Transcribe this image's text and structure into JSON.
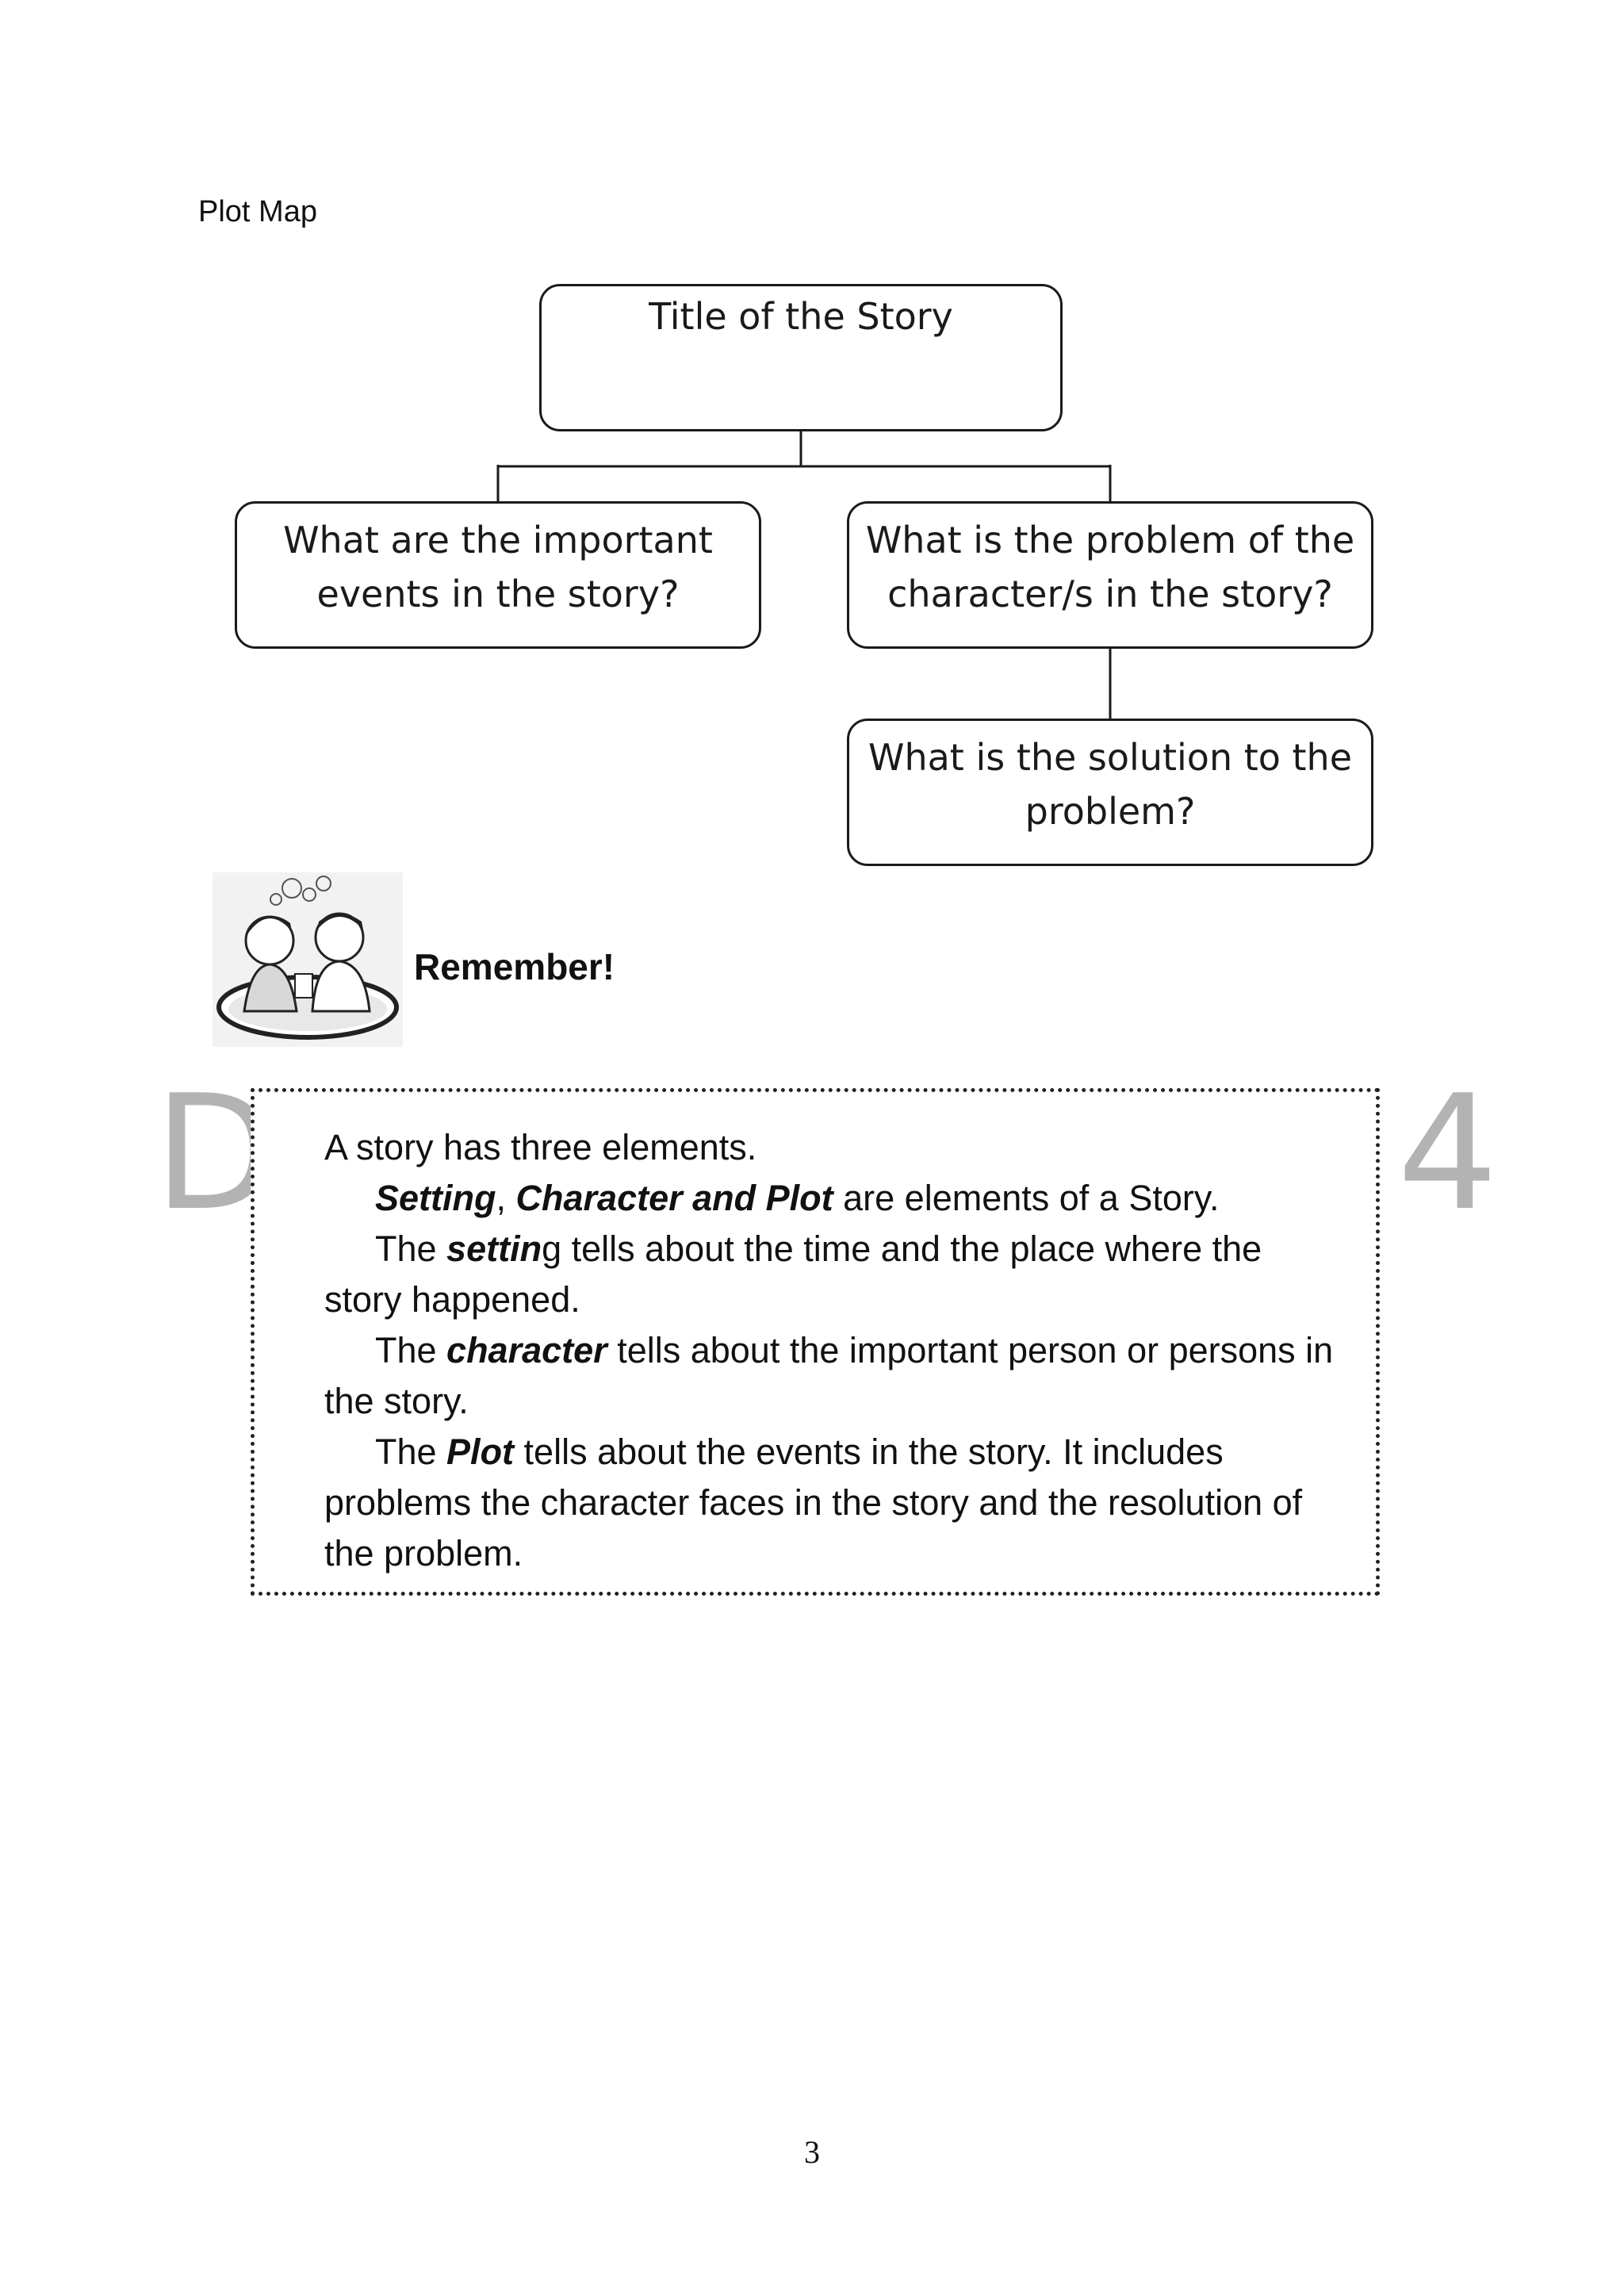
{
  "page": {
    "heading": "Plot Map",
    "page_number": "3"
  },
  "plot_map": {
    "title_node": "Title of the Story",
    "events_node": [
      "What are the important",
      "events in the story?"
    ],
    "problem_node": [
      "What is the problem of the",
      "character/s in the story?"
    ],
    "solution_node": [
      "What is the solution to the",
      "problem?"
    ]
  },
  "remember": {
    "heading": "Remember!",
    "illustration": "kids-thinking-clipart"
  },
  "watermark": {
    "left": "D",
    "right": "4"
  },
  "note": {
    "line1": "A story has three elements.",
    "para1": {
      "emph": "Setting",
      "sep": ", ",
      "emph2": "Character and Plot",
      "rest": " are elements of a Story."
    },
    "para2": {
      "pre": "The ",
      "emph": "settin",
      "rest": "g tells about the time and the place where the story happened."
    },
    "para3": {
      "pre": "The ",
      "emph": "character",
      "rest": " tells about the important person or persons in the story."
    },
    "para4": {
      "pre": "The ",
      "emph": "Plot",
      "rest": " tells about the events in the story. It includes problems the character faces in the story and the resolution of the problem."
    }
  }
}
